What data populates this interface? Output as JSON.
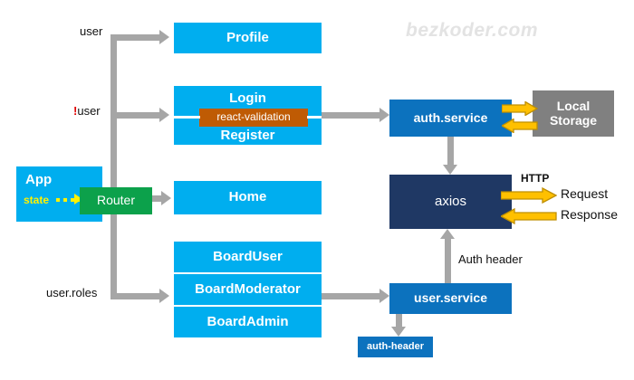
{
  "watermark": "bezkoder.com",
  "colors": {
    "cyan": "#00AEEF",
    "blue": "#0C72BE",
    "navy": "#1F3864",
    "gray": "#808080",
    "green": "#0CA14B",
    "orange": "#BF5B04",
    "gold": "#FFC000",
    "gold_outline": "#BF8F00",
    "connector_gray": "#A6A6A6",
    "state_yellow": "#FFF200",
    "bang_red": "#E00000"
  },
  "app": {
    "title": "App",
    "state_label": "state",
    "router_label": "Router"
  },
  "guards": {
    "user": "user",
    "not_user_bang": "!",
    "not_user_rest": "user",
    "user_roles": "user.roles"
  },
  "components": {
    "profile": "Profile",
    "login": "Login",
    "validation": "react-validation",
    "register": "Register",
    "home": "Home",
    "board_user": "BoardUser",
    "board_moderator": "BoardModerator",
    "board_admin": "BoardAdmin"
  },
  "services": {
    "auth_service": "auth.service",
    "user_service": "user.service",
    "axios": "axios",
    "local_storage_line1": "Local",
    "local_storage_line2": "Storage",
    "auth_header_box": "auth-header"
  },
  "edges": {
    "http": "HTTP",
    "request": "Request",
    "response": "Response",
    "auth_header": "Auth header"
  }
}
